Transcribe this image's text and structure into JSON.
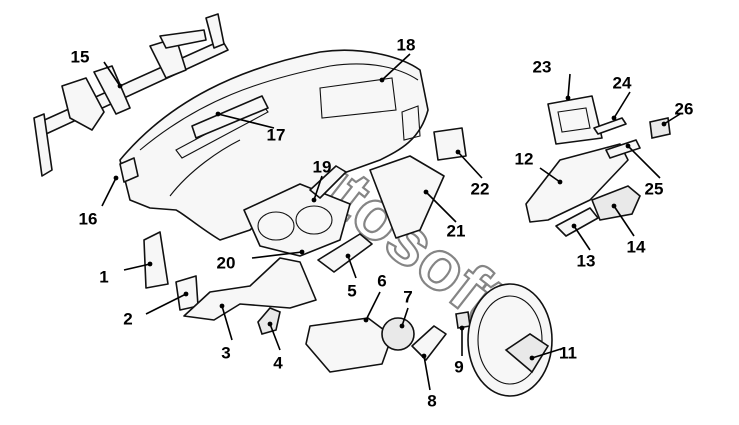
{
  "watermark": "Autosoft",
  "callouts": [
    {
      "id": "p1",
      "number": "1"
    },
    {
      "id": "p2",
      "number": "2"
    },
    {
      "id": "p3",
      "number": "3"
    },
    {
      "id": "p4",
      "number": "4"
    },
    {
      "id": "p5",
      "number": "5"
    },
    {
      "id": "p6",
      "number": "6"
    },
    {
      "id": "p7",
      "number": "7"
    },
    {
      "id": "p8",
      "number": "8"
    },
    {
      "id": "p9",
      "number": "9"
    },
    {
      "id": "p11",
      "number": "11"
    },
    {
      "id": "p12",
      "number": "12"
    },
    {
      "id": "p13",
      "number": "13"
    },
    {
      "id": "p14",
      "number": "14"
    },
    {
      "id": "p15",
      "number": "15"
    },
    {
      "id": "p16",
      "number": "16"
    },
    {
      "id": "p17",
      "number": "17"
    },
    {
      "id": "p18",
      "number": "18"
    },
    {
      "id": "p19",
      "number": "19"
    },
    {
      "id": "p20",
      "number": "20"
    },
    {
      "id": "p21",
      "number": "21"
    },
    {
      "id": "p22",
      "number": "22"
    },
    {
      "id": "p23",
      "number": "23"
    },
    {
      "id": "p24",
      "number": "24"
    },
    {
      "id": "p25",
      "number": "25"
    },
    {
      "id": "p26",
      "number": "26"
    }
  ]
}
